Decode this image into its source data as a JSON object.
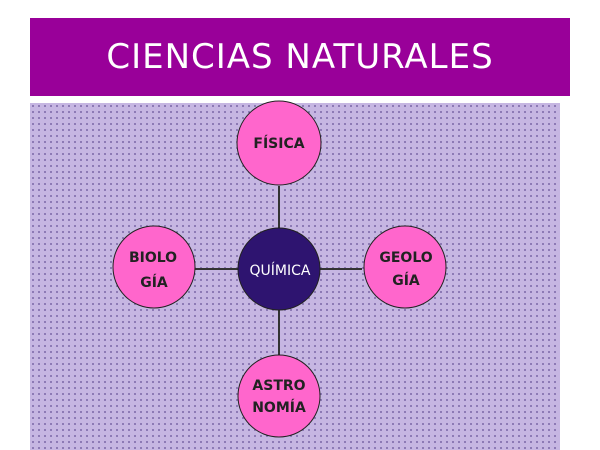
{
  "title": "CIENCIAS NATURALES",
  "colors": {
    "title_bar": "#990099",
    "panel": "#c6b6e2",
    "outer_node": "#ff66cc",
    "center_node": "#2e1470"
  },
  "center": {
    "label": "QUÍMICA"
  },
  "nodes": {
    "top": {
      "lines": [
        "FÍSICA"
      ]
    },
    "left": {
      "lines": [
        "BIOLO",
        "GÍA"
      ]
    },
    "right": {
      "lines": [
        "GEOLO",
        "GÍA"
      ]
    },
    "bottom": {
      "lines": [
        "ASTRO",
        "NOMÍA"
      ]
    }
  }
}
